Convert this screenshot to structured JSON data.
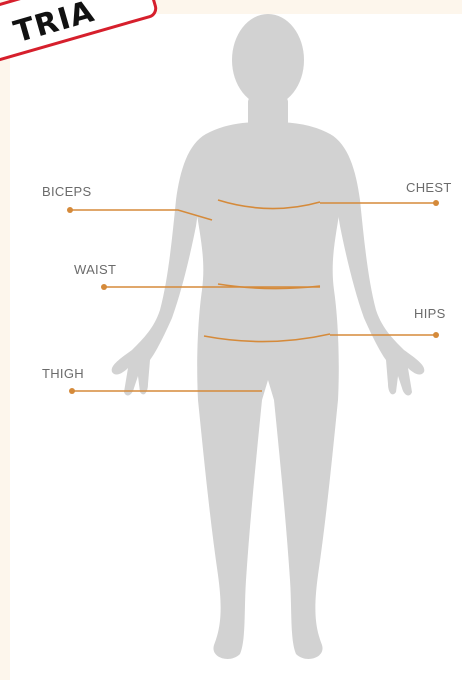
{
  "stamp": {
    "text": "TRIA"
  },
  "labels": {
    "biceps": "BICEPS",
    "chest": "CHEST",
    "waist": "WAIST",
    "hips": "HIPS",
    "thigh": "THIGH"
  },
  "colors": {
    "page_background": "#fdf6ec",
    "panel_background": "#ffffff",
    "silhouette": "#d2d2d2",
    "measure_line": "#d58a3a",
    "label_text": "#6b6b6b",
    "stamp_border": "#d61f2c",
    "stamp_text": "#111111"
  }
}
